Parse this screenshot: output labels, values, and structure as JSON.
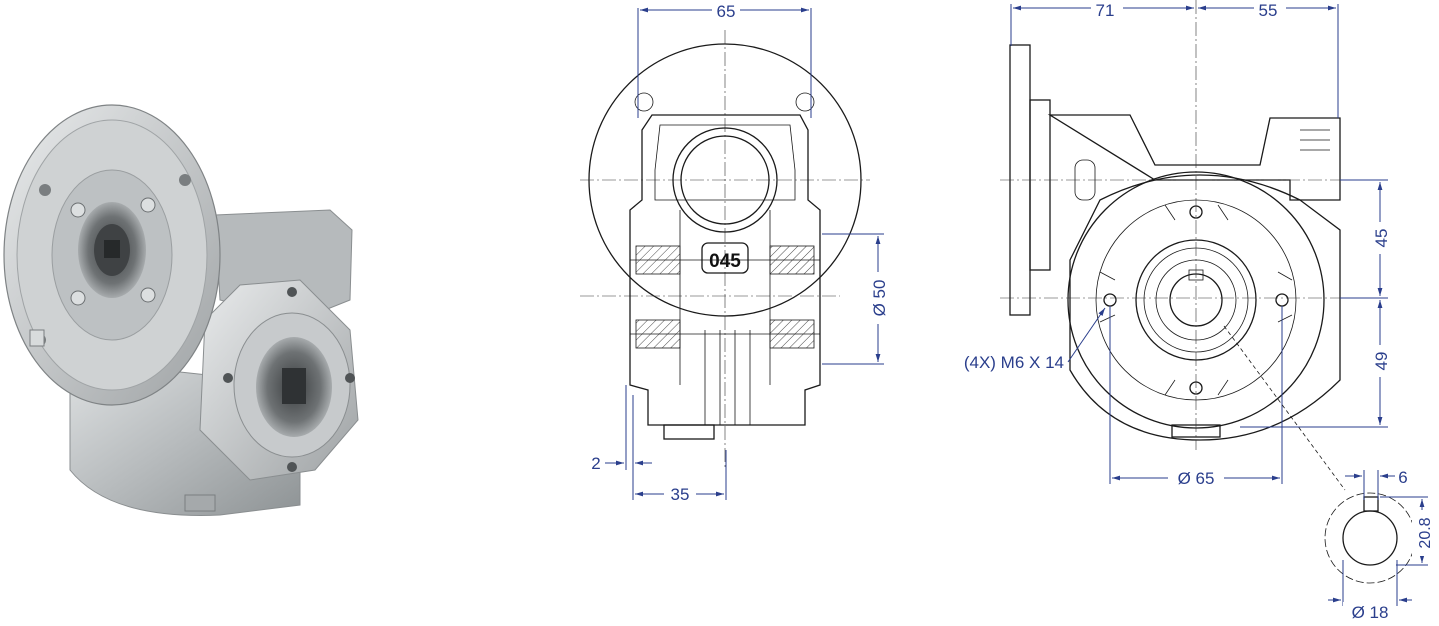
{
  "drawing": {
    "photo_label": "product-photo",
    "part_marking": "045",
    "dims": {
      "front_width": "65",
      "offset_small": "2",
      "front_depth": "35",
      "pilot_dia": "Ø 50",
      "side_left": "71",
      "side_right": "55",
      "center_upper": "45",
      "center_lower": "49",
      "bolt_circle": "Ø 65",
      "bolt_callout": "(4X) M6 X 14",
      "keyway_width": "6",
      "keyway_depth": "20.8",
      "bore_dia": "Ø 18"
    }
  },
  "colors": {
    "dimension_blue": "#2a3e8c",
    "housing_grey": "#b9bdbf"
  }
}
